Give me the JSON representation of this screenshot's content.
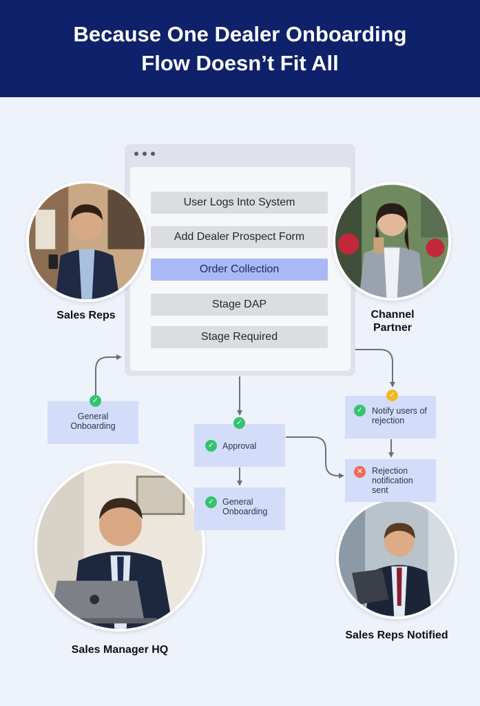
{
  "header": {
    "title": "Because One Dealer Onboarding Flow Doesn’t Fit All"
  },
  "window": {
    "steps": [
      {
        "label": "User Logs Into System",
        "active": false
      },
      {
        "label": "Add Dealer Prospect Form",
        "active": false
      },
      {
        "label": "Order Collection",
        "active": true
      },
      {
        "label": "Stage DAP",
        "active": false
      },
      {
        "label": "Stage Required",
        "active": false
      }
    ]
  },
  "people": {
    "sales_reps": "Sales Reps",
    "channel_partner": "Channel Partner",
    "sales_manager_hq": "Sales Manager HQ",
    "sales_reps_notified": "Sales Reps Notified"
  },
  "flow": {
    "general_onboarding_left": "General Onboarding",
    "approval": "Approval",
    "general_onboarding_bottom": "General Onboarding",
    "notify_users": "Notify users of rejection",
    "rejection_sent": "Rejection notification sent"
  },
  "colors": {
    "header_bg": "#0f216b",
    "active_step": "#a9b9f5",
    "flow_box": "#d3dcf8",
    "check_green": "#35c36d",
    "check_yellow": "#f2b824",
    "cross_red": "#ef6a56"
  }
}
